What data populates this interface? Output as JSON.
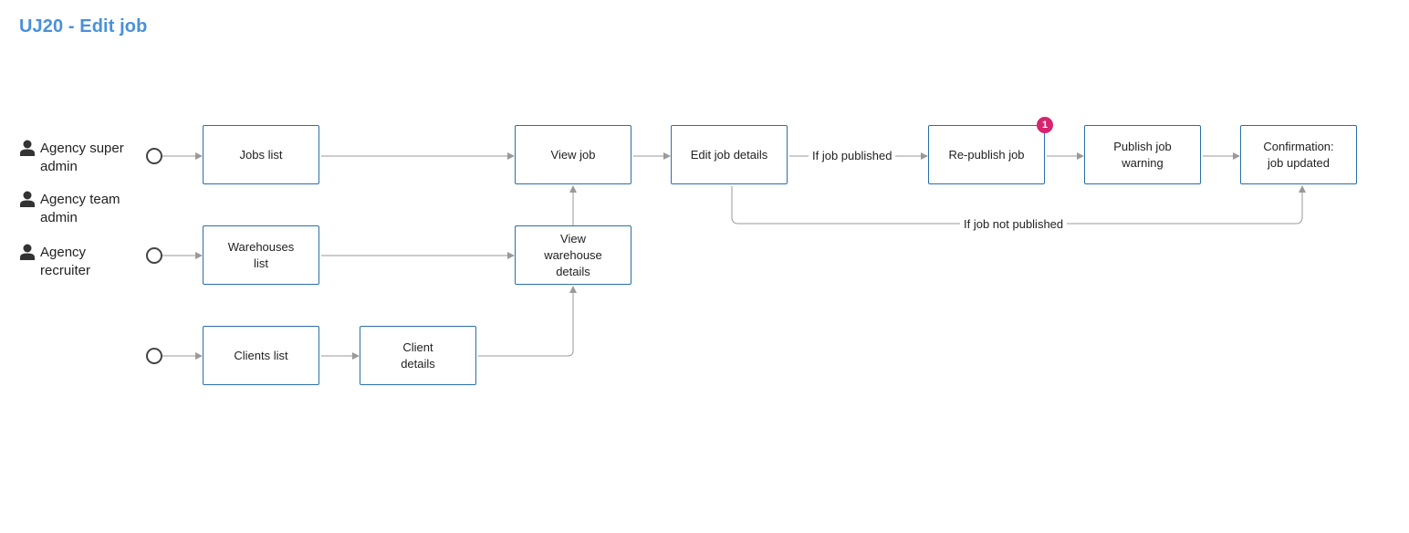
{
  "title": "UJ20 - Edit job",
  "actors": [
    {
      "icon": "person-icon",
      "label": "Agency super admin"
    },
    {
      "icon": "person-icon",
      "label": "Agency team admin"
    },
    {
      "icon": "person-icon",
      "label": "Agency recruiter"
    }
  ],
  "nodes": {
    "jobs_list": "Jobs list",
    "warehouses_list": "Warehouses list",
    "clients_list": "Clients list",
    "client_details": "Client details",
    "view_warehouse_details": "View warehouse details",
    "view_job": "View job",
    "edit_job_details": "Edit job details",
    "republish_job": "Re-publish job",
    "publish_job_warning": "Publish job warning",
    "confirmation": "Confirmation: job updated"
  },
  "edge_labels": {
    "if_published": "If job published",
    "if_not_published": "If job not published"
  },
  "badge": "1",
  "colors": {
    "title": "#4a90d9",
    "box_border": "#2a6fa8",
    "connector": "#9a9a9a",
    "badge": "#d6246e"
  }
}
